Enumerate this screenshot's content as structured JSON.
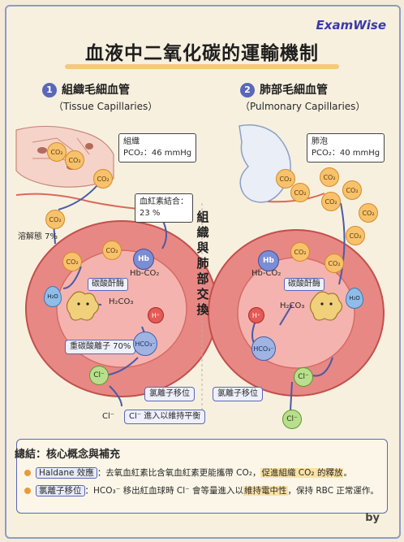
{
  "brand": "ExamWise",
  "title": "血液中二氧化碳的運輸機制",
  "byline": "by",
  "center_label": [
    "組",
    "織",
    "與",
    "肺",
    "部",
    "交",
    "換"
  ],
  "left": {
    "num": "1",
    "title": "組織毛細血管",
    "subtitle": "（Tissue Capillaries）",
    "tissue_box": [
      "組織",
      "PCO₂：46 mmHg"
    ],
    "hb_binding_box": [
      "血紅素結合：",
      "23 %"
    ],
    "dissolved": "溶解態 7%",
    "enzyme": "碳酸酐酶",
    "h2co3": "H₂CO₃",
    "hb": "Hb",
    "hbco2": "Hb-CO₂",
    "bicarbonate": "重碳酸離子 70%",
    "chloride_shift": "氯離子移位",
    "cl_enter": "Cl⁻ 進入以維持平衡",
    "cl_out": "Cl⁻"
  },
  "right": {
    "num": "2",
    "title": "肺部毛細血管",
    "subtitle": "（Pulmonary Capillaries）",
    "alveolus_box": [
      "肺泡",
      "PCO₂：40 mmHg"
    ],
    "enzyme": "碳酸酐酶",
    "h2co3": "H₂CO₃",
    "hb": "Hb",
    "hbco2": "Hb-CO₂",
    "chloride_shift": "氯離子移位",
    "cl_out": "Cl⁻"
  },
  "molecules": {
    "co2": "CO₂",
    "h2o": "H₂O",
    "hplus": "H⁺",
    "hco3": "HCO₃⁻",
    "cl": "Cl⁻"
  },
  "summary": {
    "title": "總結：核心概念與補充",
    "line1_kw": "Haldane 效應",
    "line1_a": "：去氧血紅素比含氧血紅素更能攜帶 CO₂，",
    "line1_hl": "促進組織 CO₂ 的釋放",
    "line1_b": "。",
    "line2_kw": "氯離子移位",
    "line2_a": "：HCO₃⁻ 移出紅血球時 Cl⁻ 會等量進入以",
    "line2_hl": "維持電中性",
    "line2_b": "，保持 RBC 正常運作。"
  },
  "colors": {
    "accent": "#5b67b8",
    "rbc": "#d9534f",
    "co2": "#f7c26b",
    "highlight": "#fbe2a4"
  }
}
